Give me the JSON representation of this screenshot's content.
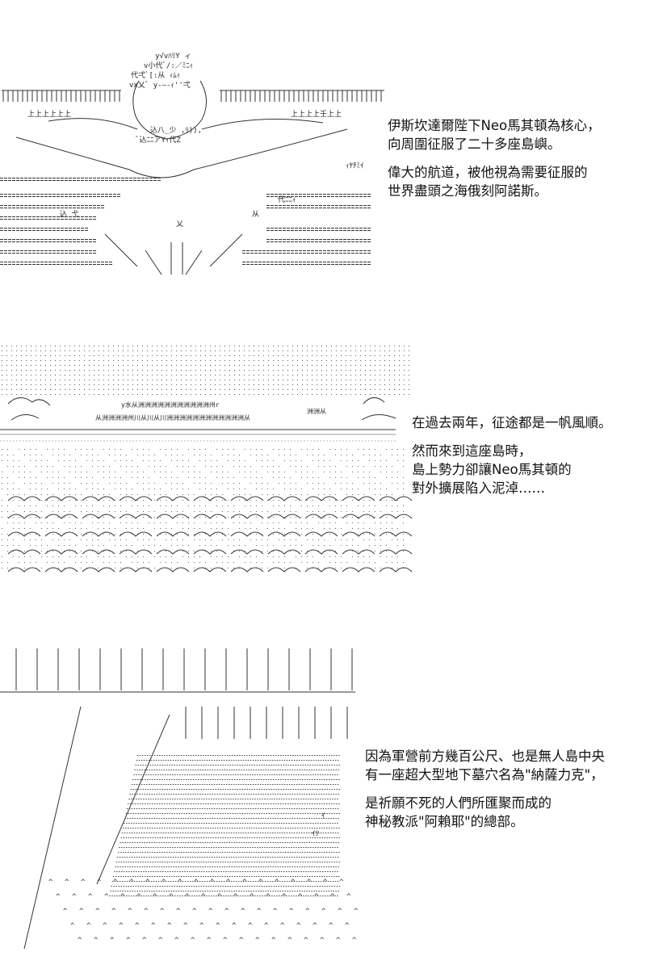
{
  "panels": [
    {
      "id": "king",
      "art_glyphs": [
        "ﾚ",
        "ﾉ",
        "ﾄ",
        "三",
        "＝",
        "⌒",
        "丶",
        "ｨ",
        "ﾍ",
        "｀"
      ],
      "art_text": {
        "crown_1": "y√vﾊﾘY ィ",
        "crown_2": "v小代ﾞ/:／ﾐﾆｨ",
        "crown_3": "代弌ﾞ[:从 ｨﾑｨ",
        "crown_4": "vx乂ﾞ y-―-ｨ''弌",
        "face_1": "込八_少 ,ﾘ)),",
        "face_2": "ﾞ込ﾆﾆアYｨ代Z",
        "left_1": "上上上上上上",
        "right_1": "上上上上壬上上",
        "right_2": "ｨﾔﾁﾐｲ",
        "mid_1": "代ﾆﾆｨ",
        "mid_2": "込 弋",
        "mid_3": "乂",
        "mid_4": "从"
      },
      "caption": [
        [
          "伊斯坎達爾陛下Neo馬其頓為核心，",
          "向周圍征服了二十多座島嶼。"
        ],
        [
          "偉大的航道，被他視為需要征服的",
          "世界盡頭之海俄刻阿諾斯。"
        ]
      ]
    },
    {
      "id": "sea-island",
      "art_text": {
        "island_top": "y水从洲洲洲洲洲洲洲洲洲洲洲州r",
        "island_main": "从洲洲洲洲州川从川从川洲洲洲洲洲洲洲洲洲洲洲洲从",
        "island_right": "洲洲从"
      },
      "caption": [
        [
          "在過去兩年，征途都是一帆風順。"
        ],
        [
          "然而來到這座島時，",
          "島上勢力卻讓Neo馬其頓的",
          "對外擴展陷入泥淖……"
        ]
      ]
    },
    {
      "id": "ruins",
      "art_text": {
        "label_1": "ｲ",
        "label_2": "ｲﾂ"
      },
      "caption": [
        [
          "因為軍營前方幾百公尺、也是無人島中央",
          "有一座超大型地下墓穴名為\"納薩力克\"，"
        ],
        [
          "是祈願不死的人們所匯聚而成的",
          "神秘教派\"阿賴耶\"的總部。"
        ]
      ]
    }
  ]
}
